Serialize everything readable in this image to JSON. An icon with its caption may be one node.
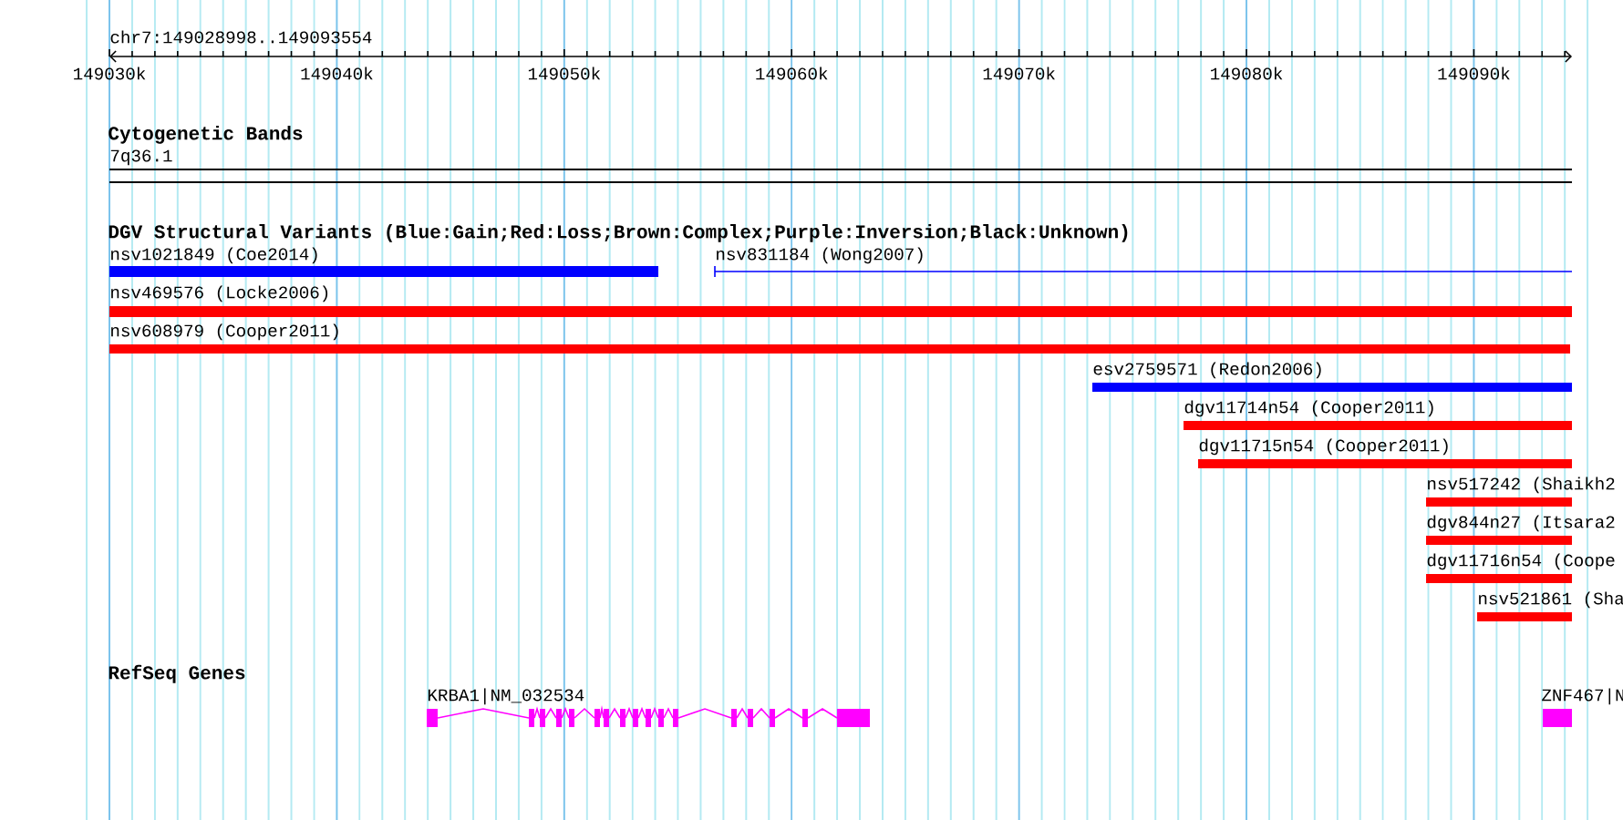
{
  "diagram": {
    "labels": [
      "chr7:149028998..149093554",
      "149030k",
      "149040k",
      "149050k",
      "149060k",
      "149070k",
      "149080k",
      "149090k",
      "Cytogenetic Bands",
      "7q36.1",
      "DGV Structural Variants (Blue:Gain;Red:Loss;Brown:Complex;Purple:Inversion;Black:Unknown)",
      "nsv1021849 (Coe2014)",
      "nsv831184 (Wong2007)",
      "nsv469576 (Locke2006)",
      "nsv608979 (Cooper2011)",
      "esv2759571 (Redon2006)",
      "dgv11714n54 (Cooper2011)",
      "dgv11715n54 (Cooper2011)",
      "nsv517242 (Shaikh2",
      "dgv844n27 (Itsara2",
      "dgv11716n54 (Coope",
      "nsv521861 (Sha",
      "RefSeq Genes",
      "KRBA1|NM_032534",
      "ZNF467|N"
    ]
  }
}
